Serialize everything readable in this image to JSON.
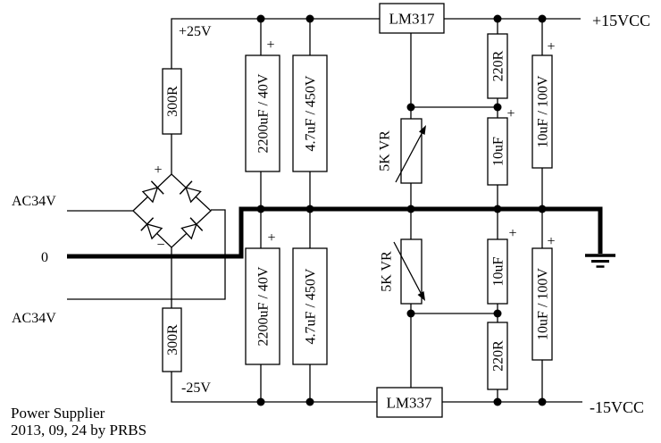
{
  "title": {
    "line1": "Power Supplier",
    "line2": "2013, 09, 24 by PRBS"
  },
  "nets": {
    "v_unreg_pos": "+25V",
    "v_unreg_neg": "-25V",
    "v_out_pos": "+15VCC",
    "v_out_neg": "-15VCC",
    "ac_input_top": "AC34V",
    "ac_input_bottom": "AC34V",
    "zero": "0"
  },
  "marks": {
    "plus": "+",
    "minus": "−"
  },
  "components": {
    "regulator_pos": "LM317",
    "regulator_neg": "LM337",
    "resistor_series_pos": "300R",
    "resistor_series_neg": "300R",
    "cap_bulk_pos": "2200uF / 40V",
    "cap_bulk_neg": "2200uF / 40V",
    "cap_film_pos": "4.7uF / 450V",
    "cap_film_neg": "4.7uF / 450V",
    "pot_pos": "5K VR",
    "pot_neg": "5K VR",
    "resistor_adj_pos": "220R",
    "resistor_adj_neg": "220R",
    "cap_adj_pos": "10uF",
    "cap_adj_neg": "10uF",
    "cap_out_pos": "10uF / 100V",
    "cap_out_neg": "10uF / 100V"
  },
  "colors": {
    "ink": "#000000",
    "box_fill": "#ffffff",
    "background": "#ffffff"
  }
}
